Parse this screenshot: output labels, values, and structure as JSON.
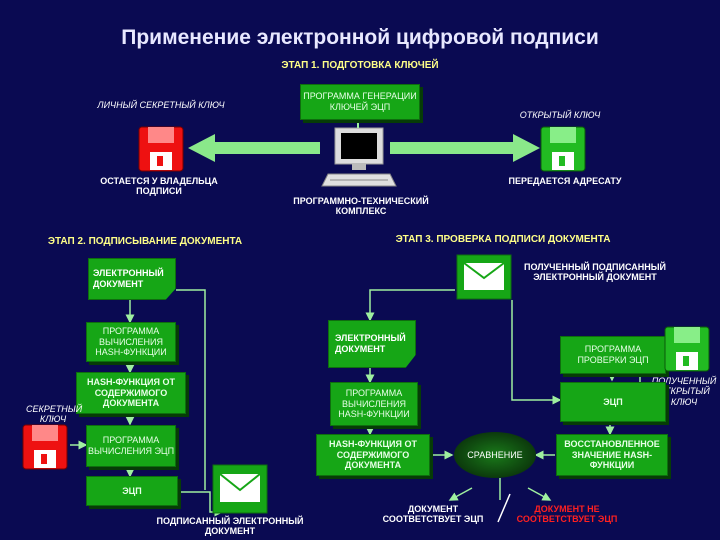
{
  "title": "Применение электронной цифровой подписи",
  "stage1": {
    "heading": "ЭТАП 1. ПОДГОТОВКА КЛЮЧЕЙ",
    "private_key": "ЛИЧНЫЙ СЕКРЕТНЫЙ КЛЮЧ",
    "keygen_program": "ПРОГРАММА ГЕНЕРАЦИИ КЛЮЧЕЙ ЭЦП",
    "public_key": "ОТКРЫТЫЙ КЛЮЧ",
    "stays_with_owner": "ОСТАЕТСЯ У ВЛАДЕЛЬЦА ПОДПИСИ",
    "hardware_software": "ПРОГРАММНО-ТЕХНИЧЕСКИЙ КОМПЛЕКС",
    "passed_to_recipient": "ПЕРЕДАЕТСЯ АДРЕСАТУ"
  },
  "stage2": {
    "heading": "ЭТАП 2. ПОДПИСЫВАНИЕ ДОКУМЕНТА",
    "electronic_document": "ЭЛЕКТРОННЫЙ ДОКУМЕНТ",
    "hash_program": "ПРОГРАММА ВЫЧИСЛЕНИЯ HASH-ФУНКЦИИ",
    "hash_of_content": "HASH-ФУНКЦИЯ ОТ СОДЕРЖИМОГО ДОКУМЕНТА",
    "secret_key": "СЕКРЕТНЫЙ КЛЮЧ",
    "eds_program": "ПРОГРАММА ВЫЧИСЛЕНИЯ ЭЦП",
    "eds": "ЭЦП",
    "signed_document": "ПОДПИСАННЫЙ ЭЛЕКТРОННЫЙ ДОКУМЕНТ"
  },
  "stage3": {
    "heading": "ЭТАП 3. ПРОВЕРКА ПОДПИСИ ДОКУМЕНТА",
    "received_signed_document": "ПОЛУЧЕННЫЙ ПОДПИСАННЫЙ ЭЛЕКТРОННЫЙ ДОКУМЕНТ",
    "electronic_document": "ЭЛЕКТРОННЫЙ ДОКУМЕНТ",
    "verify_program": "ПРОГРАММА ПРОВЕРКИ ЭЦП",
    "received_public_key": "ПОЛУЧЕННЫЙ ОТКРЫТЫЙ КЛЮЧ",
    "hash_program": "ПРОГРАММА ВЫЧИСЛЕНИЯ HASH-ФУНКЦИИ",
    "eds": "ЭЦП",
    "hash_of_content": "HASH-ФУНКЦИЯ ОТ СОДЕРЖИМОГО ДОКУМЕНТА",
    "comparison": "СРАВНЕНИЕ",
    "restored_hash": "ВОССТАНОВЛЕННОЕ ЗНАЧЕНИЕ HASH-ФУНКЦИИ",
    "document_matches": "ДОКУМЕНТ СООТВЕТСТВУЕТ ЭЦП",
    "document_not_matches": "ДОКУМЕНТ НЕ СООТВЕТСТВУЕТ ЭЦП"
  },
  "colors": {
    "background": "#0a0a52",
    "box_green": "#16a616",
    "arrow_green": "#7fe07f",
    "heading_yellow": "#ffff66",
    "disk_red": "#ee1111",
    "disk_green": "#22bb22",
    "mismatch_red": "#ff2020"
  },
  "icons": [
    "floppy-disk-icon",
    "computer-icon",
    "envelope-icon"
  ]
}
